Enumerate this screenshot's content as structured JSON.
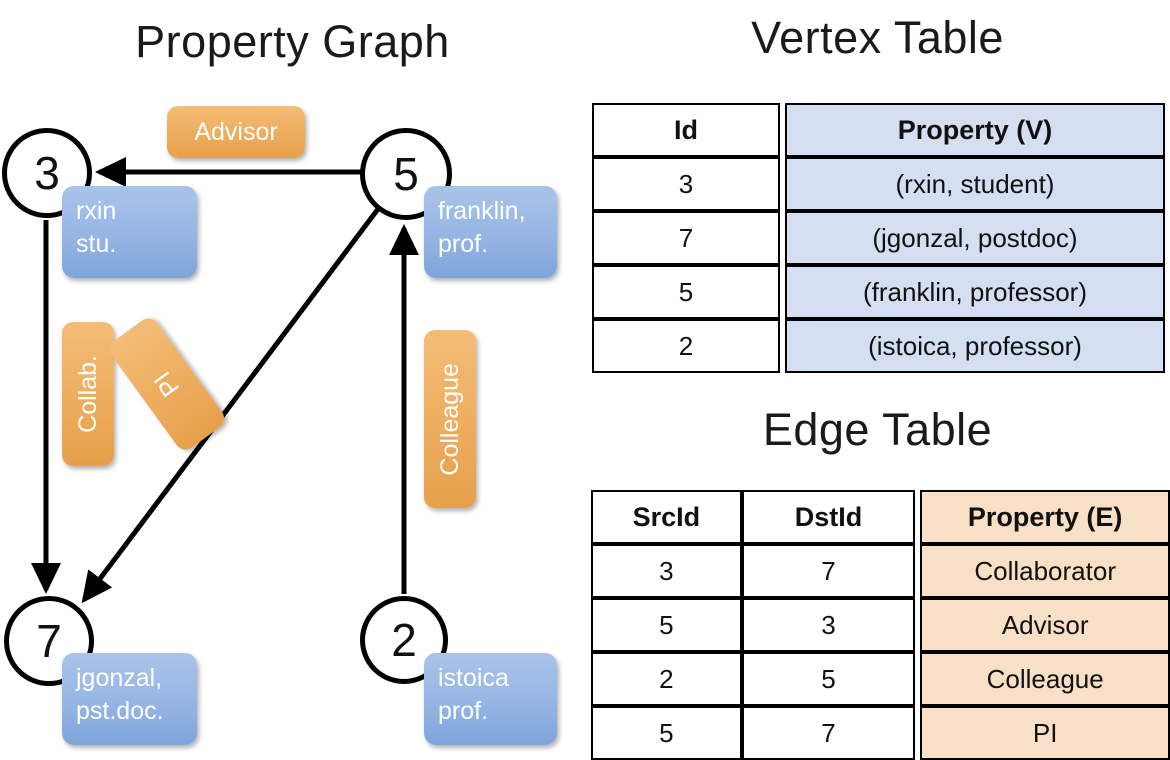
{
  "titles": {
    "property_graph": "Property Graph",
    "vertex_table": "Vertex Table",
    "edge_table": "Edge Table"
  },
  "graph": {
    "nodes": [
      {
        "id": "3",
        "label": "3",
        "property_line1": "rxin",
        "property_line2": "stu."
      },
      {
        "id": "5",
        "label": "5",
        "property_line1": "franklin,",
        "property_line2": "prof."
      },
      {
        "id": "7",
        "label": "7",
        "property_line1": "jgonzal,",
        "property_line2": "pst.doc."
      },
      {
        "id": "2",
        "label": "2",
        "property_line1": "istoica",
        "property_line2": "prof."
      }
    ],
    "edge_labels": [
      {
        "key": "advisor",
        "text": "Advisor",
        "orientation": "horizontal"
      },
      {
        "key": "collab",
        "text": "Collab.",
        "orientation": "vertical"
      },
      {
        "key": "pi",
        "text": "PI",
        "orientation": "rotated"
      },
      {
        "key": "colleague",
        "text": "Colleague",
        "orientation": "vertical"
      }
    ],
    "edges": [
      {
        "from": "5",
        "to": "3",
        "label": "Advisor"
      },
      {
        "from": "3",
        "to": "7",
        "label": "Collab."
      },
      {
        "from": "5",
        "to": "7",
        "label": "PI"
      },
      {
        "from": "2",
        "to": "5",
        "label": "Colleague"
      }
    ]
  },
  "vertex_table": {
    "headers": [
      "Id",
      "Property (V)"
    ],
    "rows": [
      {
        "id": "3",
        "property": "(rxin, student)"
      },
      {
        "id": "7",
        "property": "(jgonzal, postdoc)"
      },
      {
        "id": "5",
        "property": "(franklin, professor)"
      },
      {
        "id": "2",
        "property": "(istoica, professor)"
      }
    ]
  },
  "edge_table": {
    "headers": [
      "SrcId",
      "DstId",
      "Property (E)"
    ],
    "rows": [
      {
        "src": "3",
        "dst": "7",
        "property": "Collaborator"
      },
      {
        "src": "5",
        "dst": "3",
        "property": "Advisor"
      },
      {
        "src": "2",
        "dst": "5",
        "property": "Colleague"
      },
      {
        "src": "5",
        "dst": "7",
        "property": "PI"
      }
    ]
  },
  "colors": {
    "vertex_fill": "#d5dff2",
    "edge_fill": "#f8e0c6",
    "node_box_blue": "#9ab8e6",
    "edge_label_orange": "#eeae60",
    "background": "#ffffff",
    "stroke": "#000000"
  }
}
